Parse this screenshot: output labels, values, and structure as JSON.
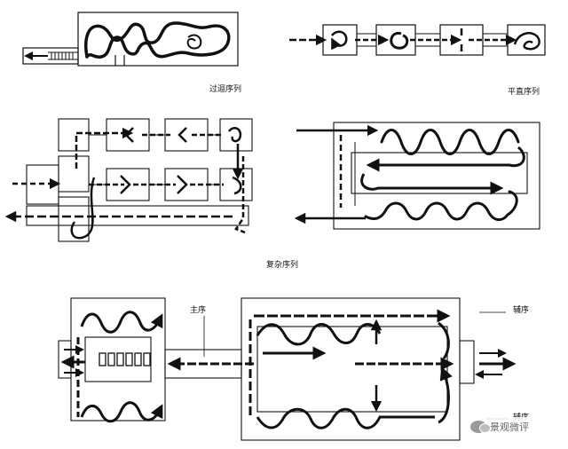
{
  "labels": {
    "transition": "过迴序列",
    "straight": "平直序列",
    "complex": "复杂序列",
    "main": "主序",
    "aux1": "辅序",
    "aux2": "辅序"
  },
  "watermark": {
    "text": "景观微评",
    "icon": "wechat-icon"
  },
  "colors": {
    "ink": "#111111",
    "paper": "#ffffff"
  }
}
